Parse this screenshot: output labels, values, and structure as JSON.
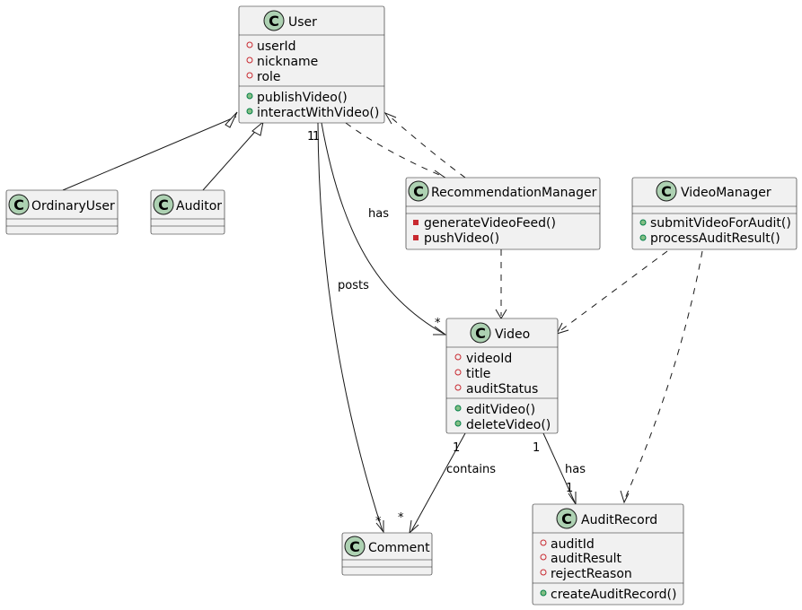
{
  "classes": {
    "user": {
      "name": "User",
      "attributes": [
        {
          "vis": "private",
          "text": "userId"
        },
        {
          "vis": "private",
          "text": "nickname"
        },
        {
          "vis": "private",
          "text": "role"
        }
      ],
      "methods": [
        {
          "vis": "public",
          "text": "publishVideo()"
        },
        {
          "vis": "public",
          "text": "interactWithVideo()"
        }
      ]
    },
    "ordinary_user": {
      "name": "OrdinaryUser",
      "attributes": [],
      "methods": []
    },
    "auditor": {
      "name": "Auditor",
      "attributes": [],
      "methods": []
    },
    "recommendation_manager": {
      "name": "RecommendationManager",
      "attributes": [],
      "methods": [
        {
          "vis": "private",
          "text": "generateVideoFeed()"
        },
        {
          "vis": "private",
          "text": "pushVideo()"
        }
      ]
    },
    "video_manager": {
      "name": "VideoManager",
      "attributes": [],
      "methods": [
        {
          "vis": "public",
          "text": "submitVideoForAudit()"
        },
        {
          "vis": "public",
          "text": "processAuditResult()"
        }
      ]
    },
    "video": {
      "name": "Video",
      "attributes": [
        {
          "vis": "private",
          "text": "videoId"
        },
        {
          "vis": "private",
          "text": "title"
        },
        {
          "vis": "private",
          "text": "auditStatus"
        }
      ],
      "methods": [
        {
          "vis": "public",
          "text": "editVideo()"
        },
        {
          "vis": "public",
          "text": "deleteVideo()"
        }
      ]
    },
    "comment": {
      "name": "Comment",
      "attributes": [],
      "methods": []
    },
    "audit_record": {
      "name": "AuditRecord",
      "attributes": [
        {
          "vis": "private",
          "text": "auditId"
        },
        {
          "vis": "private",
          "text": "auditResult"
        },
        {
          "vis": "private",
          "text": "rejectReason"
        }
      ],
      "methods": [
        {
          "vis": "public",
          "text": "createAuditRecord()"
        }
      ]
    }
  },
  "relations": {
    "user_has_video": {
      "label": "has",
      "from_mult": "1",
      "to_mult": "*"
    },
    "user_posts_comment": {
      "label": "posts",
      "from_mult": "1",
      "to_mult": "*"
    },
    "video_contains_comment": {
      "label": "contains",
      "from_mult": "1",
      "to_mult": "*"
    },
    "video_has_auditrecord": {
      "label": "has",
      "from_mult": "1",
      "to_mult": "1"
    }
  },
  "colors": {
    "class_fill": "#f1f1f1",
    "class_stroke": "#181818",
    "class_icon": "#add1b2",
    "private_marker": "#c82930",
    "public_marker": "#84be84"
  }
}
